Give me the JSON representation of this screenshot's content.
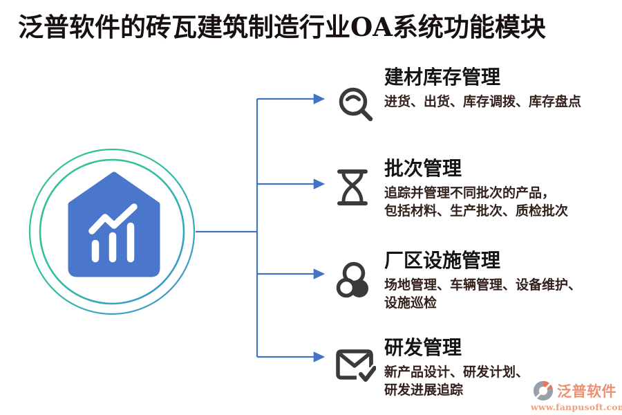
{
  "page": {
    "title": "泛普软件的砖瓦建筑制造行业OA系统功能模块"
  },
  "hub": {
    "icon": "house-bar-chart-icon"
  },
  "modules": [
    {
      "icon": "magnifier-icon",
      "title": "建材库存管理",
      "desc": "进货、出货、库存调拨、库存盘点"
    },
    {
      "icon": "hourglass-icon",
      "title": "批次管理",
      "desc": "追踪并管理不同批次的产品，\n包括材料、生产批次、质检批次"
    },
    {
      "icon": "three-circles-icon",
      "title": "厂区设施管理",
      "desc": "场地管理、车辆管理、设备维护、\n设施巡检"
    },
    {
      "icon": "envelope-check-icon",
      "title": "研发管理",
      "desc": "新产品设计、研发计划、\n研发进展追踪"
    }
  ],
  "branding": {
    "name": "泛普软件",
    "website": "www.fanpusoft.com"
  },
  "colors": {
    "connector": "#4472C4",
    "hub_fill": "#4A77CC",
    "ring_green": "#35C48D",
    "ring_blue": "#3E8ED8",
    "icon_dark": "#3A3A3A",
    "brand_text": "#EC8F72",
    "brand_orange": "#E2795F",
    "brand_gray": "#97A1AB"
  }
}
